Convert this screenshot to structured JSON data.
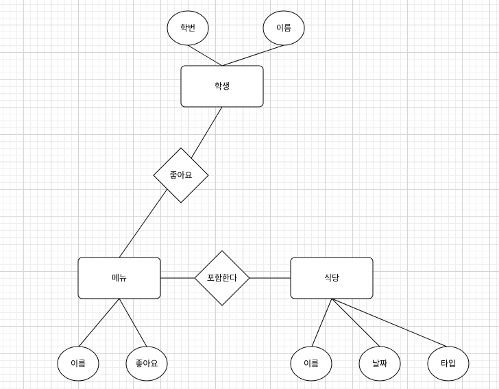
{
  "diagram": {
    "entities": {
      "student": "학생",
      "menu": "메뉴",
      "restaurant": "식당"
    },
    "relationships": {
      "likes": "좋아요",
      "includes": "포함한다"
    },
    "attributes": {
      "student_id": "학번",
      "student_name": "이름",
      "menu_name": "이름",
      "menu_likes": "좋아요",
      "restaurant_name": "이름",
      "restaurant_date": "날짜",
      "restaurant_type": "타입"
    }
  }
}
